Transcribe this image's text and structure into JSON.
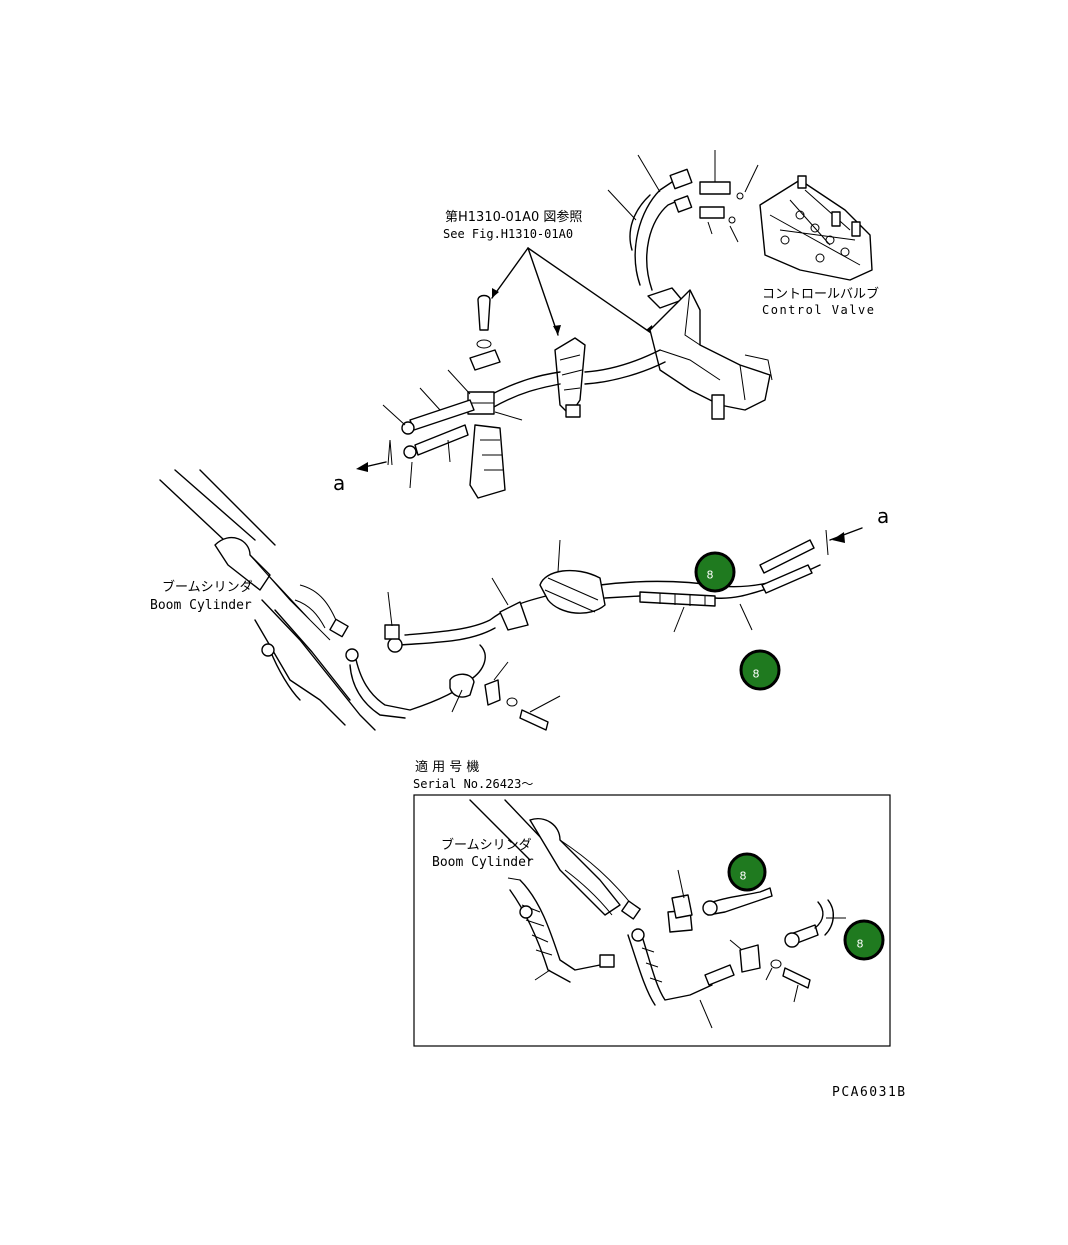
{
  "refs": {
    "jp": "第H1310-01A0 図参照",
    "en": "See Fig.H1310-01A0"
  },
  "control_valve": {
    "jp": "コントロールバルブ",
    "en": "Control Valve"
  },
  "boom_cylinder": {
    "jp": "ブームシリンダ",
    "en": "Boom Cylinder"
  },
  "serial": {
    "jp": "適 用 号 機",
    "en": "Serial No.26423～"
  },
  "inset_boom_cylinder": {
    "jp": "ブームシリンダ",
    "en": "Boom Cylinder"
  },
  "markers": {
    "a_left": "a",
    "a_right": "a"
  },
  "callouts": [
    "8",
    "8",
    "8",
    "8"
  ],
  "drawing_no": "PCA6031B",
  "colors": {
    "callout_fill": "#1f7a1f",
    "line": "#000000"
  }
}
